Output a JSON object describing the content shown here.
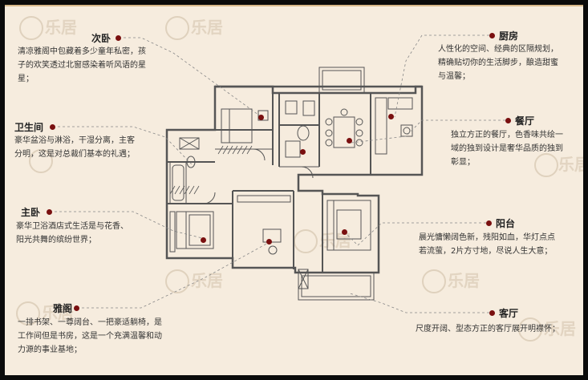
{
  "watermark": {
    "text": "乐居",
    "logo": "lejiu-logo"
  },
  "rooms": [
    {
      "key": "ciwo",
      "title": "次卧",
      "desc": [
        "清凉雅阁中包藏着多少童年私密，孩",
        "子的欢笑透过北窗感染着听风语的星",
        "星；"
      ]
    },
    {
      "key": "weishengjian",
      "title": "卫生间",
      "desc": [
        "豪华盆浴与淋浴，干湿分离，主客",
        "分明，这是对总裁们基本的礼遇；"
      ]
    },
    {
      "key": "zhuwo",
      "title": "主卧",
      "desc": [
        "豪华卫浴酒店式生活是与花香、",
        "阳光共舞的缤纷世界；"
      ]
    },
    {
      "key": "yage",
      "title": "雅阁",
      "desc": [
        "一排书架、一尊阔台、一把豪适躺椅，是",
        "工作间但是书房，这是一个充满温馨和动",
        "力源的事业基地；"
      ]
    },
    {
      "key": "chufang",
      "title": "厨房",
      "desc": [
        "人性化的空间、经典的区隔规划，",
        "精确贴切你的生活脚步，酿造甜蜜",
        "与温馨；"
      ]
    },
    {
      "key": "canting",
      "title": "餐厅",
      "desc": [
        "独立方正的餐厅，色香味共绘一",
        "域的独到设计是奢华品质的独到",
        "彰显；"
      ]
    },
    {
      "key": "yangtai",
      "title": "阳台",
      "desc": [
        "晨光慵懒阔色新，残阳如血，华灯点点",
        "若流萤，2片方寸地，尽说人生大意；"
      ]
    },
    {
      "key": "keting",
      "title": "客厅",
      "desc": [
        "尺度开阔、型态方正的客厅展开明襟怀；"
      ]
    }
  ]
}
